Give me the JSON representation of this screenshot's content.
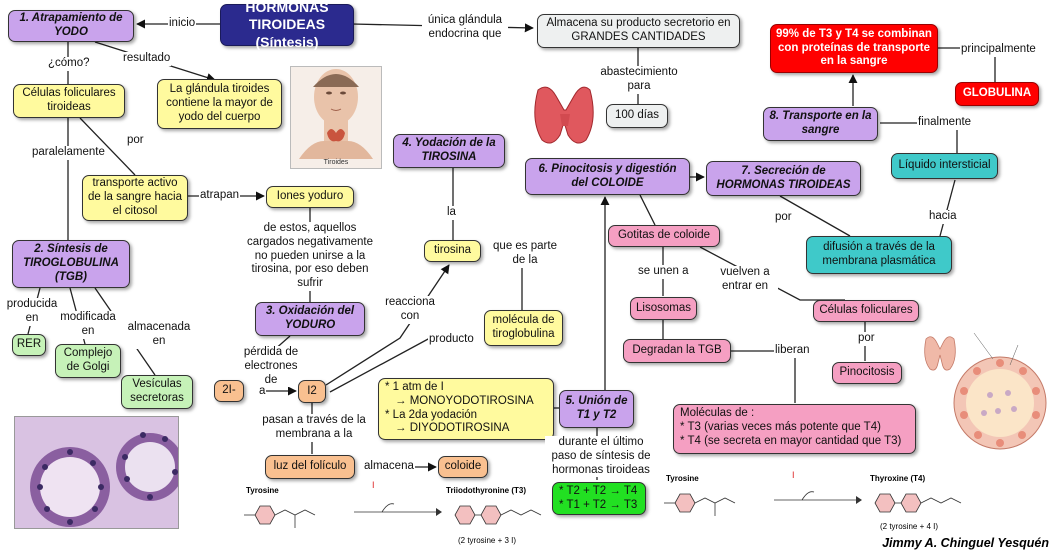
{
  "title": "HORMONAS TIROIDEAS (Síntesis)",
  "title_line1": "HORMONAS TIROIDEAS",
  "title_line2": "(Síntesis)",
  "nodes": {
    "n1": "1. Atrapamiento de YODO",
    "celulas_foliculares": "Células foliculares tiroideas",
    "glandula_yodo": "La glándula tiroides contiene la mayor de yodo del cuerpo",
    "transporte_activo": "transporte activo de la sangre hacia el citosol",
    "iones_yoduro": "Iones yoduro",
    "n2": "2. Síntesis de TIROGLOBULINA (TGB)",
    "rer": "RER",
    "golgi": "Complejo de Golgi",
    "vesiculas": "Vesículas secretoras",
    "n3": "3. Oxidación del YODURO",
    "i_minus": "2I-",
    "i2": "I2",
    "luz_foliculo": "luz del folículo",
    "coloide": "coloide",
    "n4": "4. Yodación de la TIROSINA",
    "tirosina": "tirosina",
    "molecula_tgb": "molécula de tiroglobulina",
    "mono_di_1": "* 1 atm de I",
    "mono_di_2": "→ MONOYODOTIROSINA",
    "mono_di_3": "* La 2da yodación",
    "mono_di_4": "→ DIYODOTIROSINA",
    "n5": "5. Unión de T1 y T2",
    "t_union_1": "* T2 + T2 → T4",
    "t_union_2": "* T1 + T2 → T3",
    "almacena_sec": "Almacena su producto secretorio en GRANDES CANTIDADES",
    "cien_dias": "100 días",
    "n6": "6. Pinocitosis y digestión del COLOIDE",
    "gotitas": "Gotitas de coloide",
    "lisosomas": "Lisosomas",
    "degradan": "Degradan la TGB",
    "cel_foliculares2": "Células foliculares",
    "pinocitosis": "Pinocitosis",
    "moleculas_1": "Moléculas de :",
    "moleculas_2": "* T3 (varias veces más potente que T4)",
    "moleculas_3": "* T4 (se secreta en mayor cantidad que T3)",
    "n7": "7. Secreción de HORMONAS TIROIDEAS",
    "difusion": "difusión a través de la membrana plasmática",
    "liquido_int": "Líquido intersticial",
    "n8": "8. Transporte en la sangre",
    "noventa_1": "99% de T3 y T4 se combinan con proteínas de transporte en la sangre",
    "globulina": "GLOBULINA"
  },
  "labels": {
    "inicio": "inicio",
    "unica": "única glándula endocrina que",
    "resultado": "resultado",
    "como": "¿cómo?",
    "por1": "por",
    "paralelamente": "paralelamente",
    "atrapan": "atrapan",
    "de_estos": "de estos, aquellos cargados negativamente no pueden unirse a la tirosina, por eso deben sufrir",
    "producida_en": "producida en",
    "modificada_en": "modificada en",
    "almacenada_en": "almacenada en",
    "perdida": "pérdida de electrones de",
    "a": "a",
    "pasan": "pasan a través de la membrana a la",
    "almacena": "almacena",
    "reacciona": "reacciona con",
    "producto": "producto",
    "la": "la",
    "que_es_parte": "que es parte de la",
    "abastecimiento": "abastecimiento para",
    "durante": "durante el último paso de síntesis de hormonas tiroideas",
    "se_unen": "se unen a",
    "vuelven": "vuelven a entrar en",
    "liberan": "liberan",
    "por2": "por",
    "por3": "por",
    "hacia": "hacia",
    "finalmente": "finalmente",
    "principalmente": "principalmente"
  },
  "figures": {
    "tiroides_caption": "Tiroides",
    "tyrosine_1": "Tyrosine",
    "t3_name": "Triiodothyronine (T3)",
    "t3_sub": "(2 tyrosine + 3 I)",
    "tyrosine_2": "Tyrosine",
    "t4_name": "Thyroxine (T4)",
    "t4_sub": "(2 tyrosine + 4 I)",
    "iodine_mark": "I"
  },
  "author": "Jimmy A. Chinguel  Yesquén",
  "colors": {
    "title_bg": "#2b2a8e",
    "step": "#c9a3ec",
    "yellow": "#fffa9e",
    "green": "#c6f2b8",
    "pink": "#f59fc2",
    "teal": "#3fc9c9",
    "orange": "#f9c090",
    "red": "#ff0000",
    "bright_green": "#22e022"
  }
}
